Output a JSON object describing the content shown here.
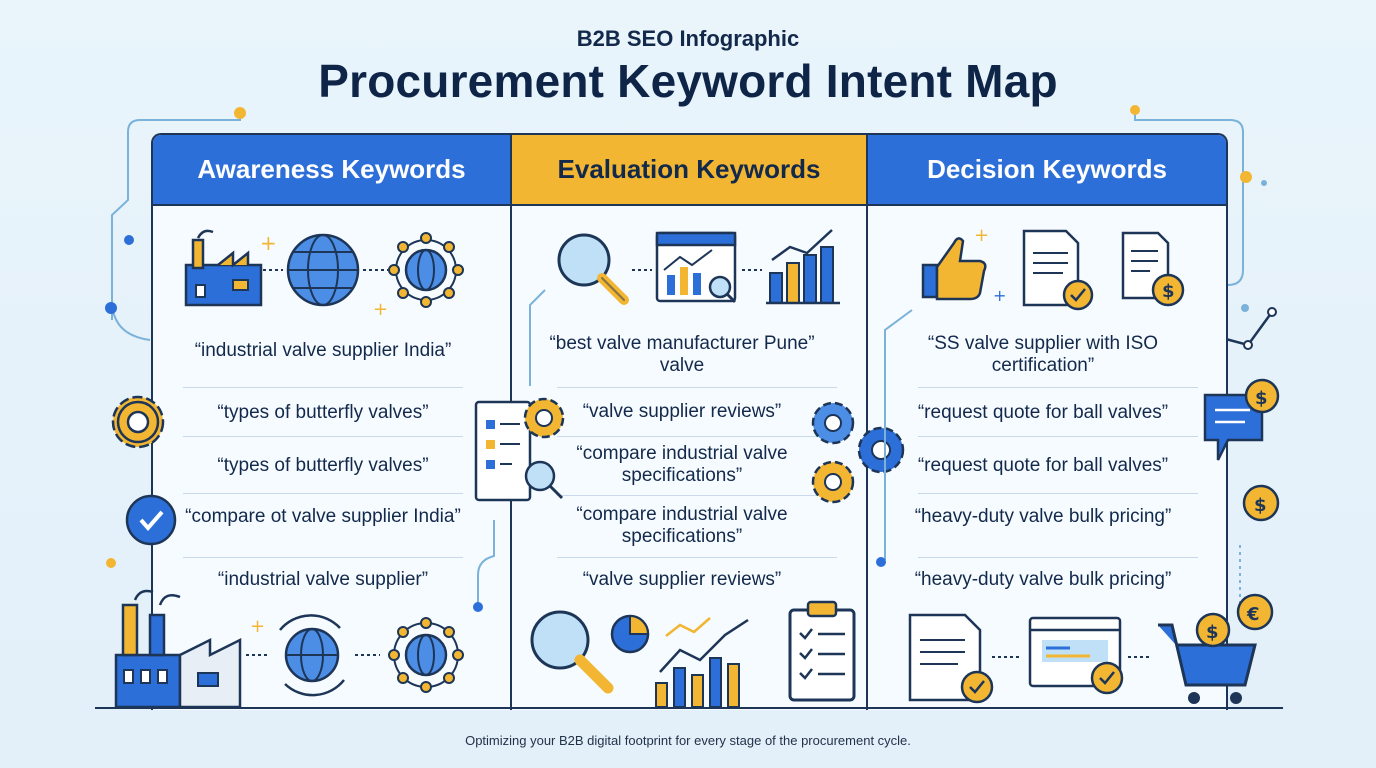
{
  "header": {
    "subtitle": "B2B SEO Infographic",
    "title": "Procurement Keyword Intent Map"
  },
  "columns": [
    {
      "heading": "Awareness Keywords",
      "color": "#2d6fd8",
      "keywords": [
        "“industrial valve supplier India”",
        "“types of butterfly valves”",
        "“types of butterfly valves”",
        "“compare ot valve supplier India”",
        "“industrial valve supplier”"
      ],
      "icons_top": [
        "factory-icon",
        "globe-icon",
        "network-globe-icon"
      ],
      "icons_bottom": [
        "factory-icon",
        "globe-refresh-icon",
        "network-globe-icon"
      ]
    },
    {
      "heading": "Evaluation Keywords",
      "color": "#f2b632",
      "keywords": [
        "“best valve manufacturer Pune” valve",
        "“valve supplier reviews”",
        "“compare industrial valve specifications”",
        "“compare industrial valve specifications”",
        "“valve supplier reviews”"
      ],
      "icons_top": [
        "magnifier-icon",
        "analytics-dashboard-icon",
        "bar-chart-icon"
      ],
      "icons_bottom": [
        "magnifier-icon",
        "pie-chart-icon",
        "bar-chart-icon",
        "clipboard-checklist-icon"
      ]
    },
    {
      "heading": "Decision Keywords",
      "color": "#2d6fd8",
      "keywords": [
        "“SS valve supplier with ISO certification”",
        "“request quote for ball valves”",
        "“request quote for ball valves”",
        "“heavy-duty valve bulk pricing”",
        "“heavy-duty valve bulk pricing”"
      ],
      "icons_top": [
        "thumbs-up-icon",
        "approved-document-icon",
        "invoice-dollar-icon"
      ],
      "icons_bottom": [
        "approved-document-icon",
        "browser-check-icon",
        "shopping-cart-icon"
      ]
    }
  ],
  "footer": {
    "text": "Optimizing your B2B digital footprint for every stage of the procurement cycle."
  },
  "colors": {
    "navy": "#1d3557",
    "blue": "#2d6fd8",
    "yellow": "#f2b632",
    "background": "#e6f2fa"
  }
}
